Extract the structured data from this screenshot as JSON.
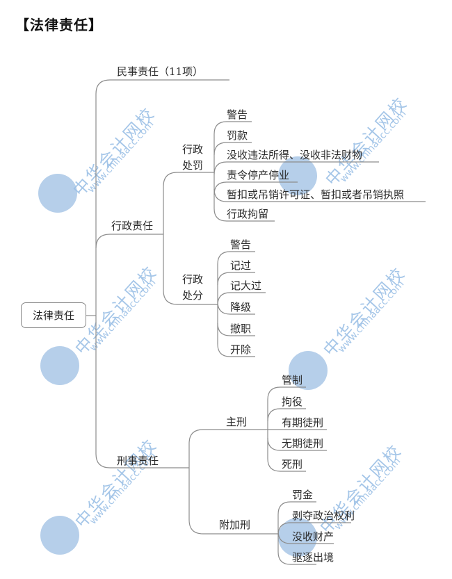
{
  "title": "【法律责任】",
  "root": {
    "label": "法律责任"
  },
  "branches": {
    "civil": {
      "label": "民事责任（11项）"
    },
    "administrative": {
      "label": "行政责任",
      "penalty": {
        "label_line1": "行政",
        "label_line2": "处罚",
        "items": [
          "警告",
          "罚款",
          "没收违法所得、没收非法财物",
          "责令停产停业",
          "暂扣或吊销许可证、暂扣或者吊销执照",
          "行政拘留"
        ]
      },
      "sanction": {
        "label_line1": "行政",
        "label_line2": "处分",
        "items": [
          "警告",
          "记过",
          "记大过",
          "降级",
          "撤职",
          "开除"
        ]
      }
    },
    "criminal": {
      "label": "刑事责任",
      "principal": {
        "label": "主刑",
        "items": [
          "管制",
          "拘役",
          "有期徒刑",
          "无期徒刑",
          "死刑"
        ]
      },
      "supplementary": {
        "label": "附加刑",
        "items": [
          "罚金",
          "剥夺政治权利",
          "没收财产",
          "驱逐出境"
        ]
      }
    }
  },
  "watermark": {
    "cn": "中华会计网校",
    "url": "www.chinaacc.com"
  },
  "colors": {
    "line": "#8c8c8c",
    "text": "#2a2a2a",
    "watermark": "#a9c7e6"
  }
}
